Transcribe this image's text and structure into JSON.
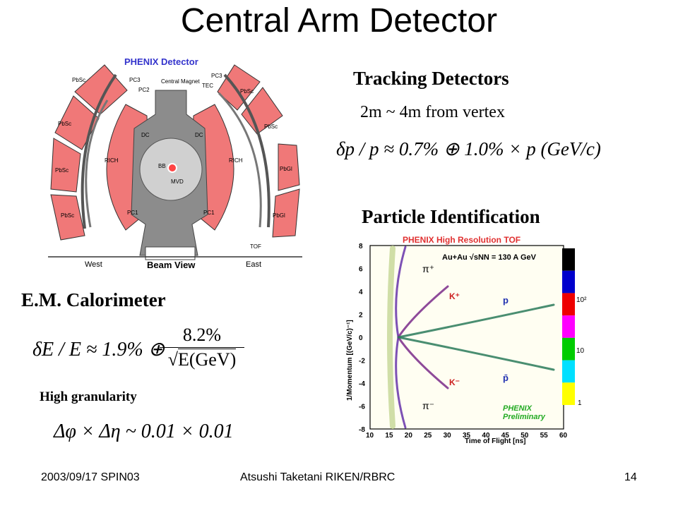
{
  "slide": {
    "title": "Central Arm Detector",
    "tracking": {
      "heading": "Tracking Detectors",
      "distance": "2m ~ 4m from vertex",
      "formula": "δp / p ≈ 0.7% ⊕ 1.0% × p (GeV/c)"
    },
    "pid": {
      "heading": "Particle Identification"
    },
    "emcal": {
      "heading": "E.M. Calorimeter",
      "formula_lhs": "δE / E ≈ 1.9% ⊕",
      "formula_num": "8.2%",
      "formula_den": "E(GeV)",
      "granularity": "High granularity",
      "granularity_formula": "Δφ × Δη ~ 0.01 × 0.01"
    },
    "footer": {
      "left": "2003/09/17 SPIN03",
      "center": "Atsushi Taketani RIKEN/RBRC",
      "right": "14"
    }
  },
  "detector_diagram": {
    "title": "PHENIX Detector",
    "magnet": "Central Magnet",
    "labels": {
      "pc3_w": "PC3",
      "pc2_w": "PC2",
      "pc3_e": "PC3",
      "tec": "TEC",
      "dc_w": "DC",
      "dc_e": "DC",
      "rich_w": "RICH",
      "rich_e": "RICH",
      "bb": "BB",
      "mvd": "MVD",
      "pc1_w": "PC1",
      "pc1_e": "PC1",
      "tof": "TOF",
      "west": "West",
      "east": "East",
      "beam_view": "Beam View"
    },
    "west_sectors": [
      "PbSc",
      "PbSc",
      "PbSc",
      "PbSc"
    ],
    "east_sectors": [
      "PbSc",
      "PbSc",
      "PbGl",
      "PbGl"
    ],
    "colors": {
      "detector_fill": "#f07878",
      "magnet_fill": "#8c8c8c"
    }
  },
  "tof_plot": {
    "title": "PHENIX High Resolution TOF",
    "system": "Au+Au √sNN = 130 A GeV",
    "xlabel": "Time of Flight [ns]",
    "ylabel": "1/Momentum [(GeV/c)⁻¹]",
    "xticks": [
      "10",
      "15",
      "20",
      "25",
      "30",
      "35",
      "40",
      "45",
      "50",
      "55",
      "60"
    ],
    "yticks": [
      "8",
      "6",
      "4",
      "2",
      "0",
      "-2",
      "-4",
      "-6",
      "-8"
    ],
    "particles": {
      "pi_plus": "π⁺",
      "k_plus": "K⁺",
      "p": "p",
      "k_minus": "K⁻",
      "pbar": "p̄",
      "pi_minus": "π⁻"
    },
    "watermark_1": "PHENIX",
    "watermark_2": "Preliminary",
    "colorbar_labels": [
      "10²",
      "10",
      "1"
    ],
    "colorbar_colors": [
      "#000000",
      "#0000cc",
      "#ee0000",
      "#ff00ff",
      "#00cc00",
      "#00e0ff",
      "#ffff00"
    ]
  }
}
